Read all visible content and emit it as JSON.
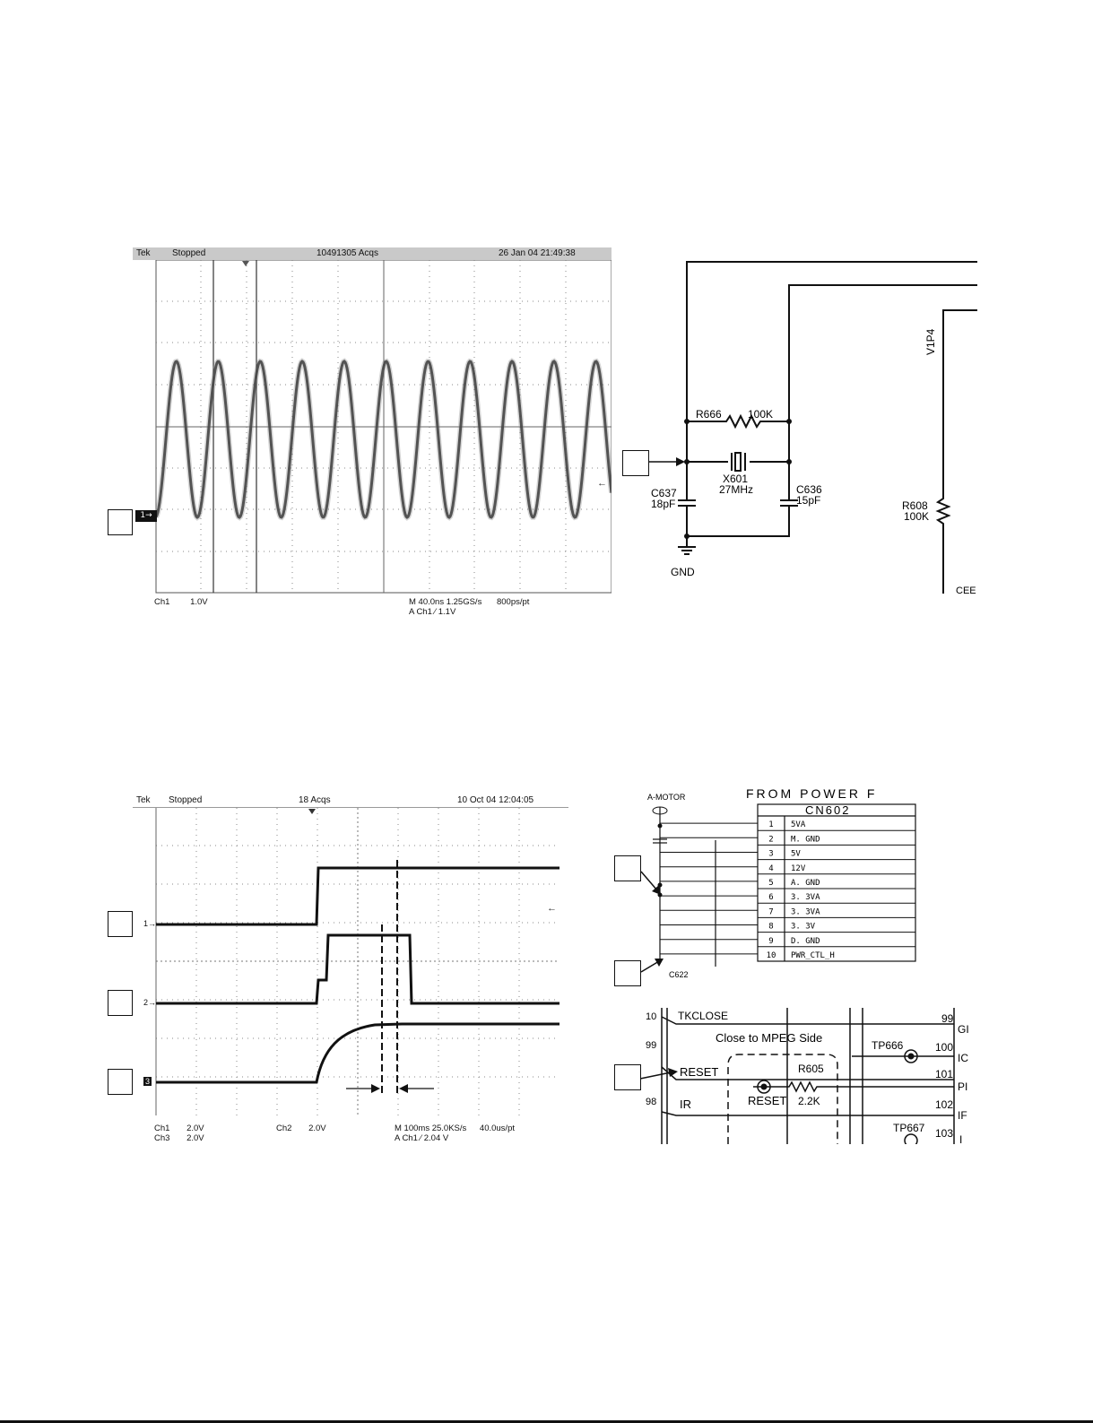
{
  "scope1": {
    "brand": "Tek",
    "state": "Stopped",
    "acqs": "10491305 Acqs",
    "datetime": "26 Jan 04 21:49:38",
    "marker": "1",
    "foot_ch": "Ch1",
    "foot_volts": "1.0V",
    "foot_time": "M 40.0ns 1.25GS/s",
    "foot_rate": "800ps/pt",
    "foot_trig": "A  Ch1  ∕  1.1V"
  },
  "schem1": {
    "r666": "R666",
    "r666_val": "100K",
    "x601": "X601",
    "x601_val": "27MHz",
    "c637": "C637",
    "c637_val": "18pF",
    "c636": "C636",
    "c636_val": "15pF",
    "gnd": "GND",
    "v1p4": "V1P4",
    "r608": "R608",
    "r608_val": "100K",
    "cut": "CEE"
  },
  "scope2": {
    "brand": "Tek",
    "state": "Stopped",
    "acqs": "18 Acqs",
    "datetime": "10 Oct 04 12:04:05",
    "marker1": "1",
    "marker2": "2",
    "marker3": "3",
    "foot_ch1": "Ch1",
    "foot_ch1_v": "2.0V",
    "foot_ch2": "Ch2",
    "foot_ch2_v": "2.0V",
    "foot_ch3": "Ch3",
    "foot_ch3_v": "2.0V",
    "foot_time": "M 100ms 25.0KS/s",
    "foot_rate": "40.0us/pt",
    "foot_trig": "A  Ch1  ∕  2.04    V"
  },
  "schem2": {
    "motor": "A-MOTOR",
    "title": "FROM  POWER  F",
    "connector": "CN602",
    "pins": [
      {
        "num": "1",
        "name": "5VA"
      },
      {
        "num": "2",
        "name": "M. GND"
      },
      {
        "num": "3",
        "name": "5V"
      },
      {
        "num": "4",
        "name": "12V"
      },
      {
        "num": "5",
        "name": "A. GND"
      },
      {
        "num": "6",
        "name": "3. 3VA"
      },
      {
        "num": "7",
        "name": "3. 3VA"
      },
      {
        "num": "8",
        "name": "3. 3V"
      },
      {
        "num": "9",
        "name": "D. GND"
      },
      {
        "num": "10",
        "name": "PWR_CTL_H"
      }
    ],
    "c622": "C622"
  },
  "schem3": {
    "tkclose": "TKCLOSE",
    "pin10": "10",
    "pin99_left": "99",
    "pin98": "98",
    "note": "Close to MPEG Side",
    "reset_net": "RESET",
    "ir_net": "IR",
    "reset_tp": "RESET",
    "r605": "R605",
    "r605_val": "2.2K",
    "tp666": "TP666",
    "tp667": "TP667",
    "p99": "99",
    "p100": "100",
    "p101": "101",
    "p102": "102",
    "p103": "103",
    "cut1": "GI",
    "cut2": "IC",
    "cut3": "PI",
    "cut4": "IF",
    "cut5": "I"
  }
}
